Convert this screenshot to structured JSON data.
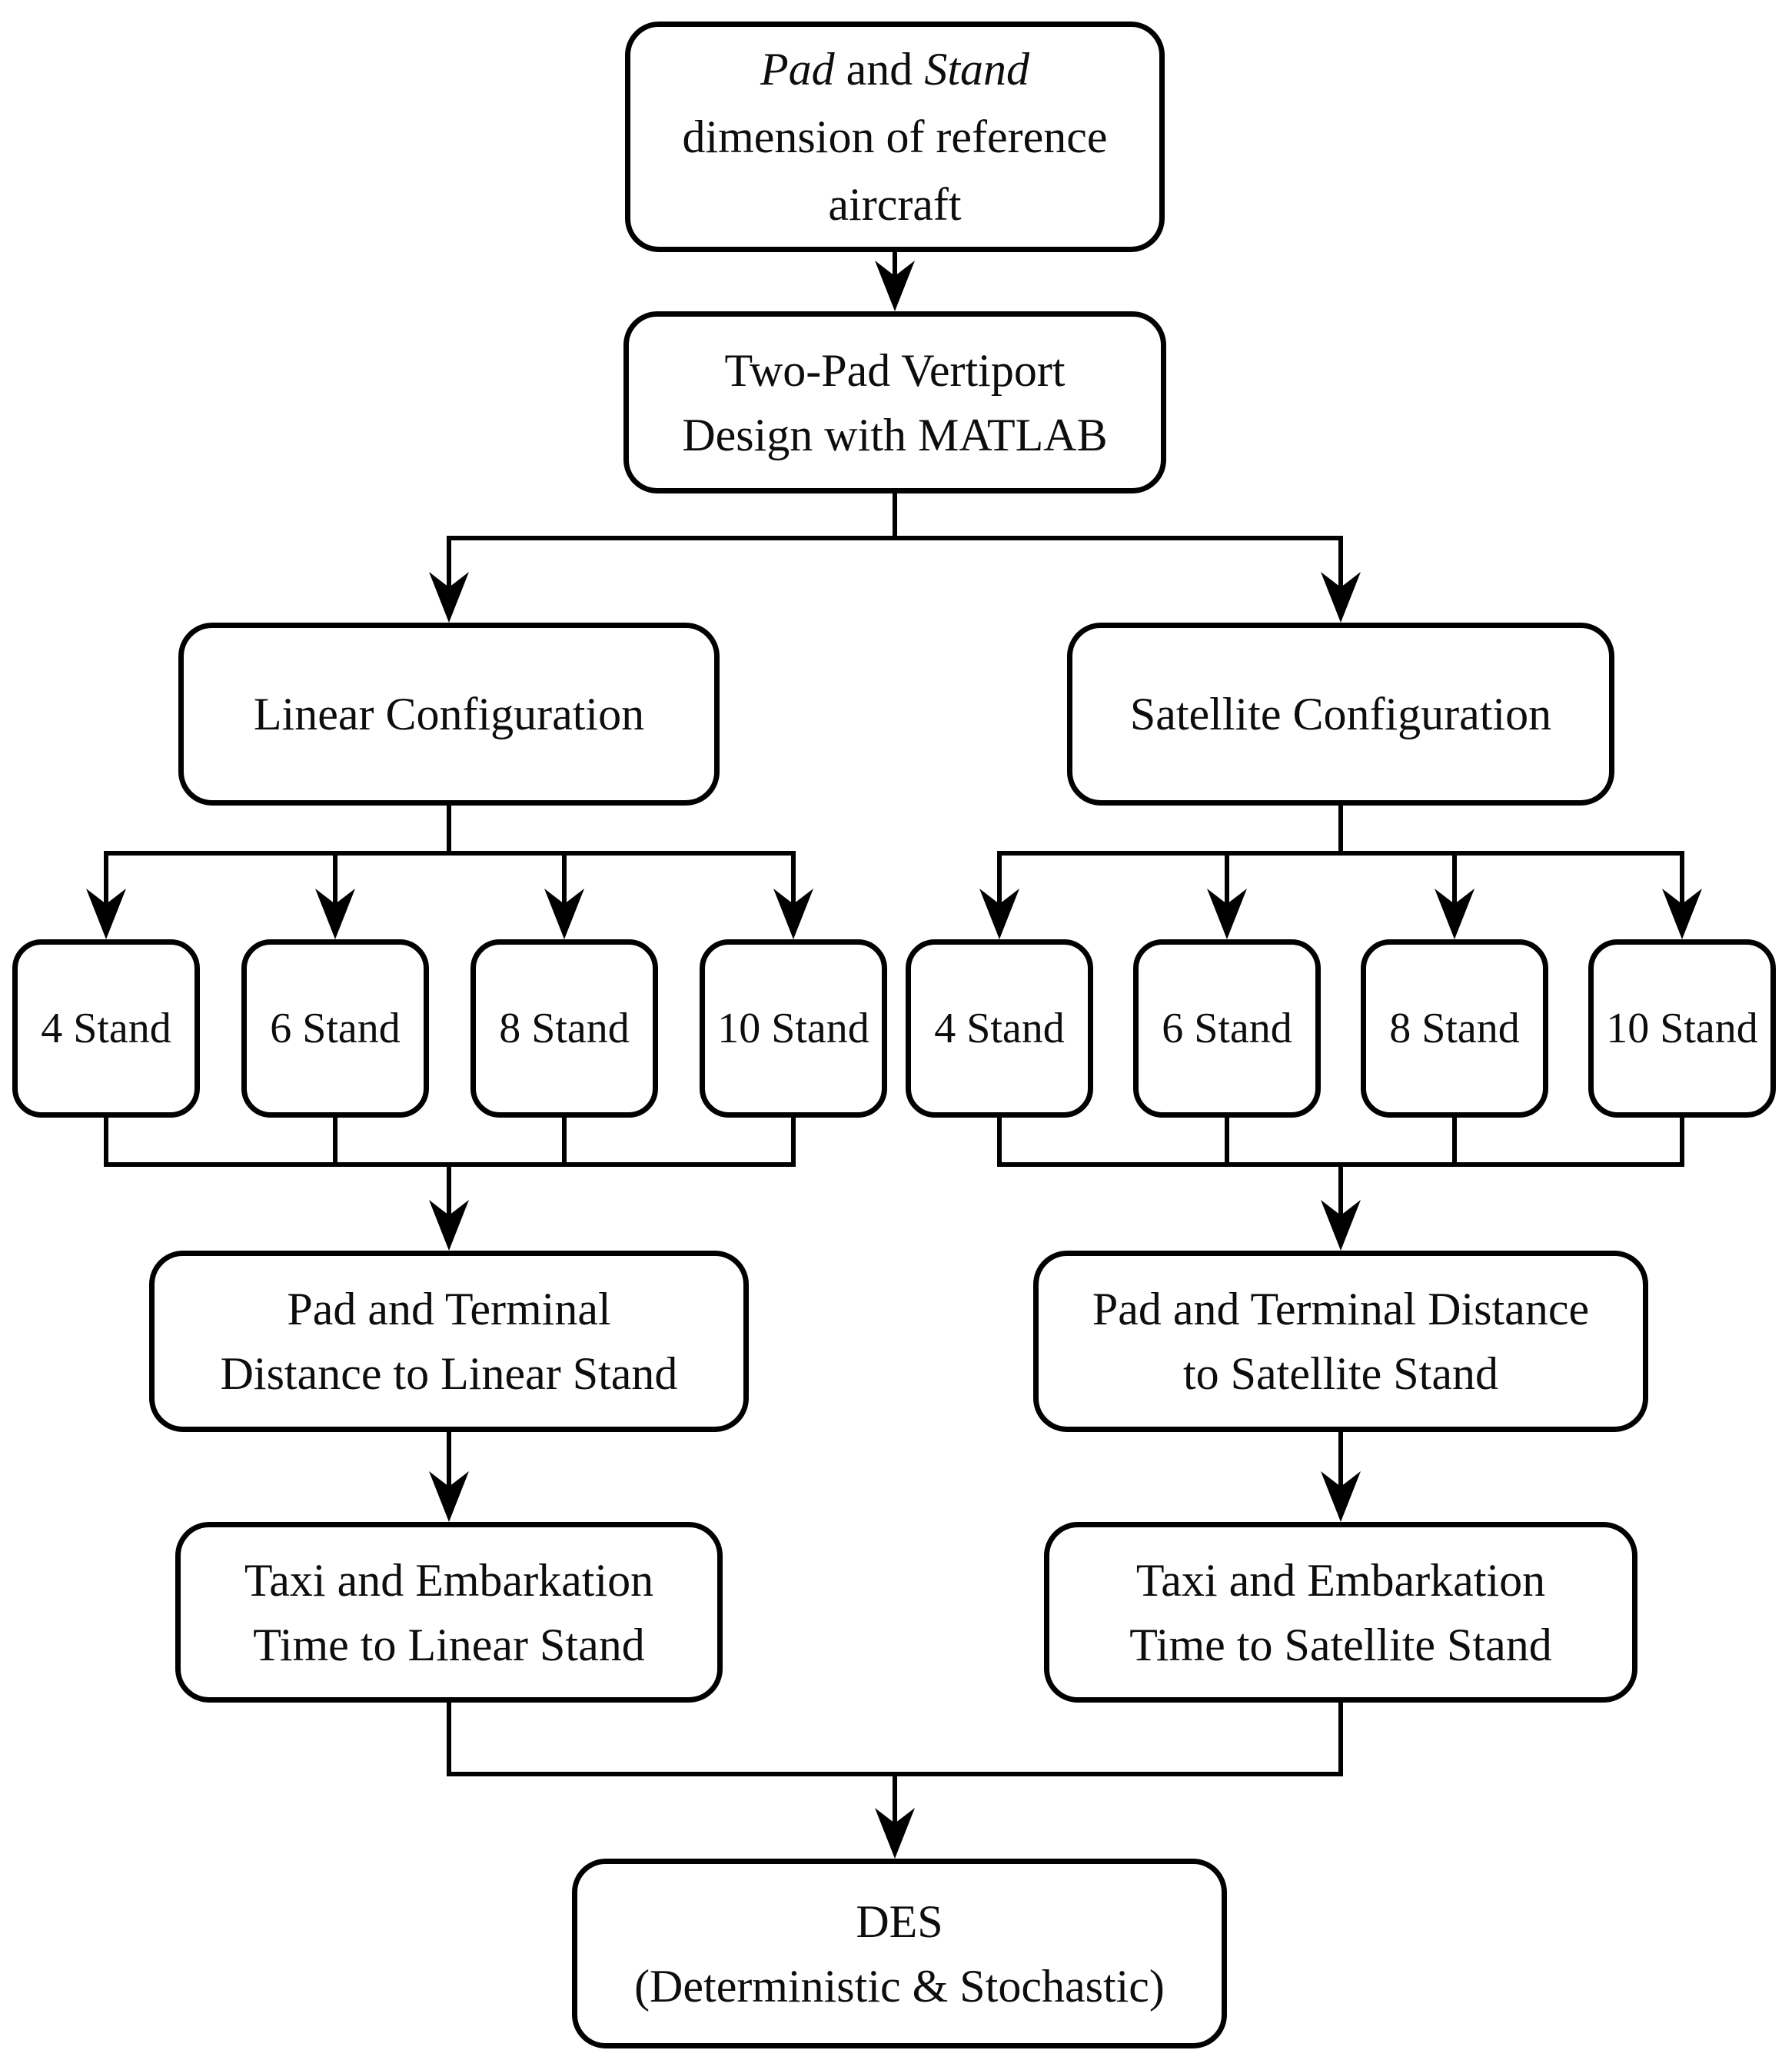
{
  "nodes": {
    "reference": {
      "italic1": "Pad",
      "mid": " and ",
      "italic2": "Stand",
      "line2": "dimension of reference",
      "line3": "aircraft"
    },
    "matlab": {
      "line1": "Two-Pad Vertiport",
      "line2": "Design with MATLAB"
    },
    "linear_config": {
      "label": "Linear Configuration"
    },
    "satellite_config": {
      "label": "Satellite Configuration"
    },
    "linear_stands": [
      "4 Stand",
      "6 Stand",
      "8 Stand",
      "10 Stand"
    ],
    "satellite_stands": [
      "4 Stand",
      "6 Stand",
      "8 Stand",
      "10 Stand"
    ],
    "pad_terminal_linear": {
      "line1": "Pad and Terminal",
      "line2": "Distance to Linear Stand"
    },
    "pad_terminal_satellite": {
      "line1": "Pad and Terminal Distance",
      "line2": "to Satellite Stand"
    },
    "taxi_linear": {
      "line1": "Taxi and Embarkation",
      "line2": "Time to Linear Stand"
    },
    "taxi_satellite": {
      "line1": "Taxi and Embarkation",
      "line2": "Time to Satellite Stand"
    },
    "des": {
      "line1": "DES",
      "line2": "(Deterministic & Stochastic)"
    }
  },
  "edges": [
    {
      "from": "reference",
      "to": "matlab"
    },
    {
      "from": "matlab",
      "to": "linear_config"
    },
    {
      "from": "matlab",
      "to": "satellite_config"
    },
    {
      "from": "linear_config",
      "to": "linear_stands"
    },
    {
      "from": "linear_stands",
      "to": "pad_terminal_linear"
    },
    {
      "from": "pad_terminal_linear",
      "to": "taxi_linear"
    },
    {
      "from": "satellite_config",
      "to": "satellite_stands"
    },
    {
      "from": "satellite_stands",
      "to": "pad_terminal_satellite"
    },
    {
      "from": "pad_terminal_satellite",
      "to": "taxi_satellite"
    },
    {
      "from": "taxi_linear",
      "to": "des"
    },
    {
      "from": "taxi_satellite",
      "to": "des"
    }
  ],
  "colors": {
    "line": "#000000",
    "text": "#0d0d0d",
    "box_background": "#ffffff",
    "page_background": "#ffffff"
  }
}
